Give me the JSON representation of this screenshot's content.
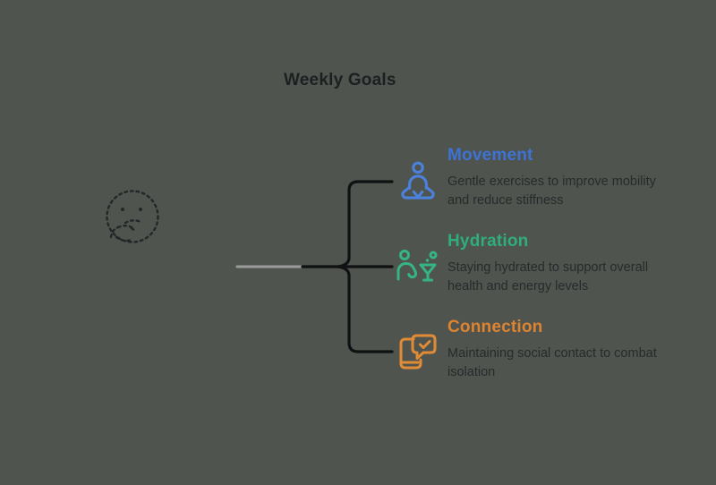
{
  "title": "Weekly Goals",
  "colors": {
    "background": "#4f544e",
    "link_line": "#101113",
    "root_line_muted": "#9b9b9b",
    "title_text": "#1d2022",
    "description_text": "#282a2c"
  },
  "root": {
    "icon": "thinking-face-icon",
    "icon_color": "#24272a"
  },
  "branches": [
    {
      "id": "movement",
      "label": "Movement",
      "description": "Gentle exercises to improve mobility and reduce stiffness",
      "color": "#3e73d6",
      "icon": "meditation-person-icon",
      "icon_color": "#4b82dd"
    },
    {
      "id": "hydration",
      "label": "Hydration",
      "description": "Staying hydrated to support overall health and energy levels",
      "color": "#2fae7c",
      "icon": "person-with-drink-icon",
      "icon_color": "#35b484"
    },
    {
      "id": "connection",
      "label": "Connection",
      "description": "Maintaining social contact to combat isolation",
      "color": "#de8430",
      "icon": "phone-chat-check-icon",
      "icon_color": "#e08b36"
    }
  ]
}
